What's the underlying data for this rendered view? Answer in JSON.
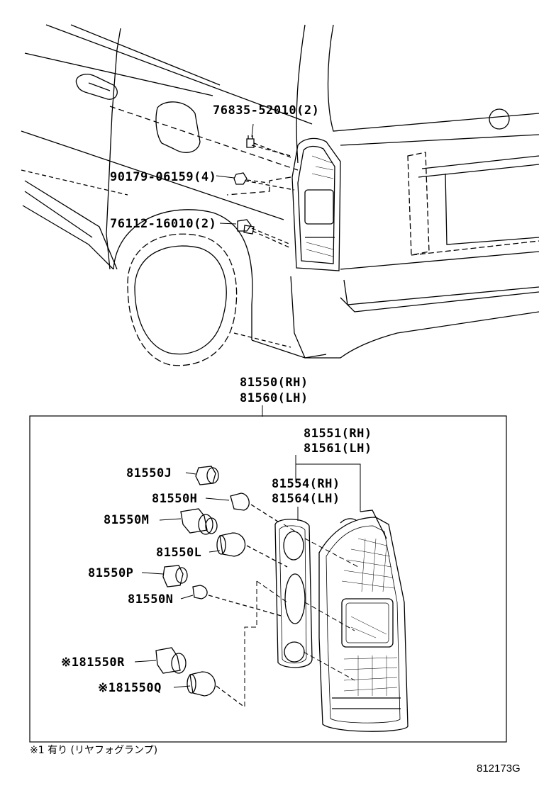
{
  "upper_parts": [
    {
      "part": "76835-52010",
      "qty": "(2)"
    },
    {
      "part": "90179-06159",
      "qty": "(4)"
    },
    {
      "part": "76112-16010",
      "qty": "(2)"
    }
  ],
  "assembly": {
    "rh": "81550(RH)",
    "lh": "81560(LH)"
  },
  "lens": {
    "rh": "81551(RH)",
    "lh": "81561(LH)"
  },
  "gasket": {
    "rh": "81554(RH)",
    "lh": "81564(LH)"
  },
  "sockets": [
    {
      "label": "81550J"
    },
    {
      "label": "81550H"
    },
    {
      "label": "81550M"
    },
    {
      "label": "81550L"
    },
    {
      "label": "81550P"
    },
    {
      "label": "81550N"
    },
    {
      "label": "※181550R"
    },
    {
      "label": "※181550Q"
    }
  ],
  "footnote": "※1 有り (リヤフォグランプ)",
  "diagram_code": "812173G"
}
